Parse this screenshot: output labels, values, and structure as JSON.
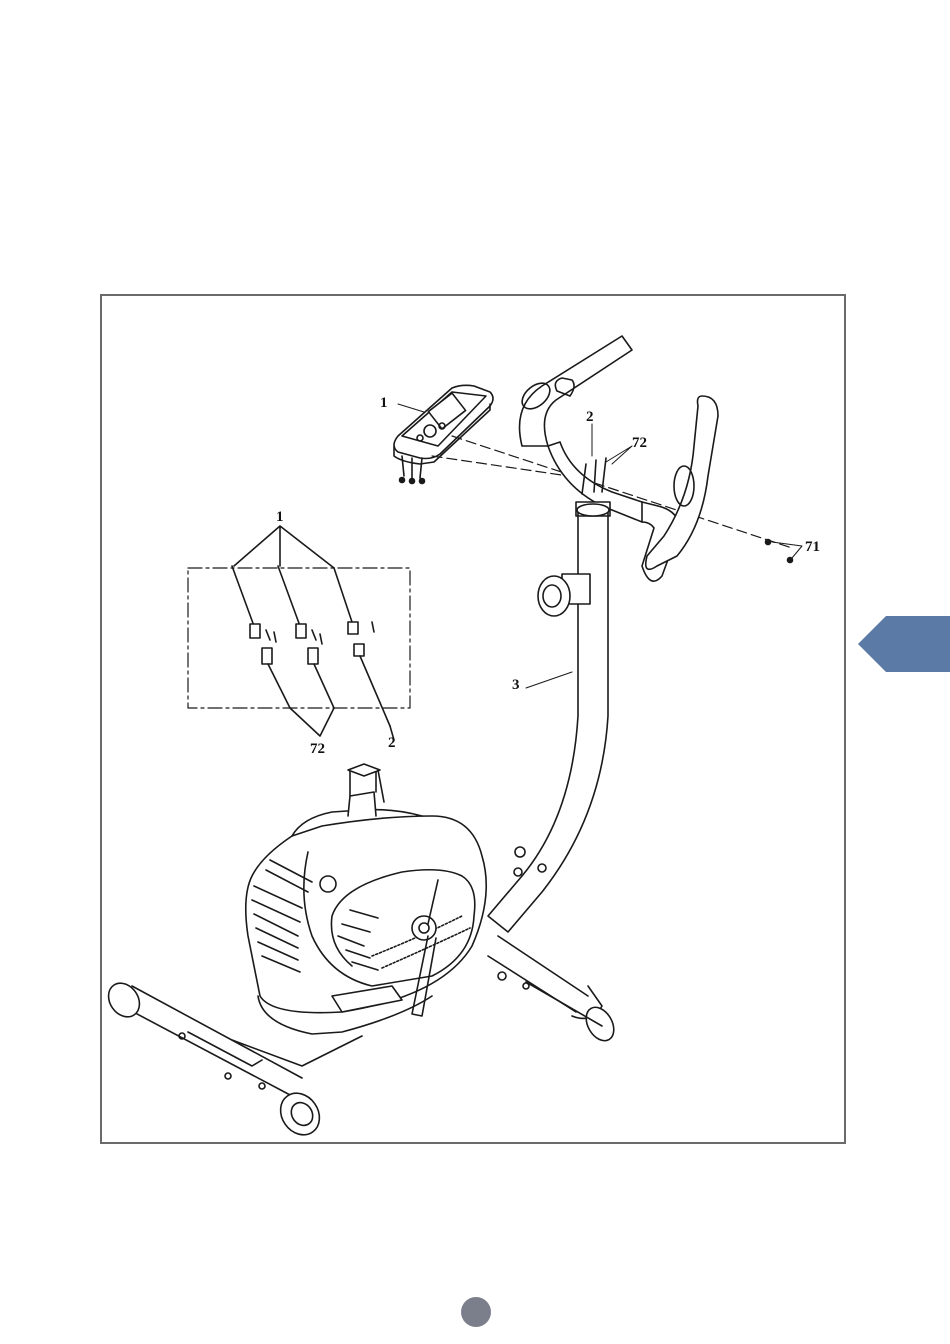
{
  "diagram": {
    "callouts": {
      "console": "1",
      "console_cable_upper": "2",
      "bolt_72_upper": "72",
      "washer_71": "71",
      "upright_post": "3",
      "inset_label_1": "1",
      "inset_label_72": "72",
      "inset_label_2": "2"
    }
  },
  "colors": {
    "side_tab": "#5b7aa6",
    "page_dot": "#7b7f8c",
    "frame_border": "#6a6a6a",
    "line_art": "#1a1a1a"
  }
}
